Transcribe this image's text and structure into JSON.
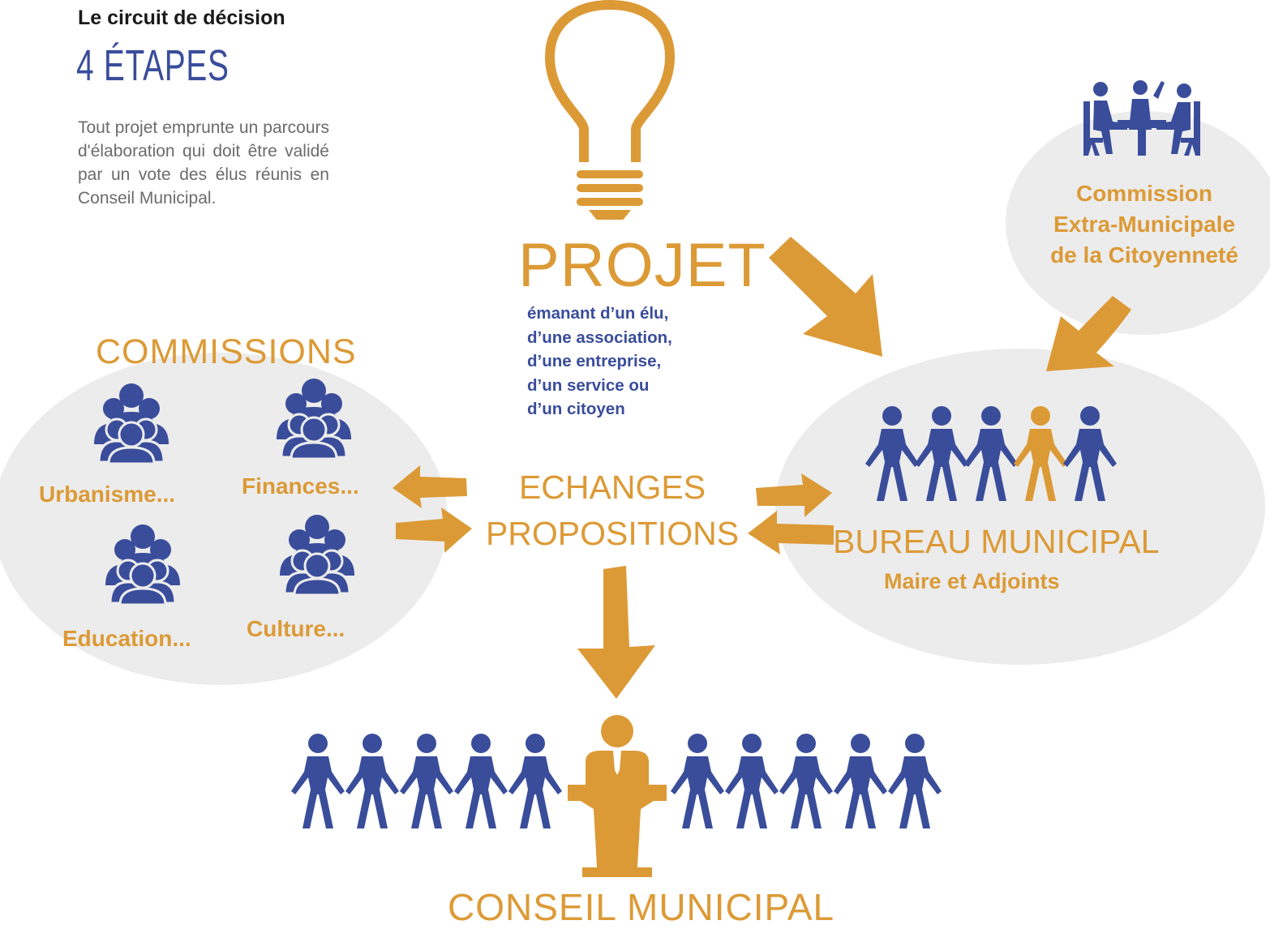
{
  "header": {
    "subtitle": "Le circuit de décision",
    "title": "4 ÉTAPES",
    "intro": "Tout projet emprunte un parcours d'élaboration qui doit être validé par un vote des élus réunis en Conseil Municipal."
  },
  "projet": {
    "title": "PROJET",
    "description": [
      "émanant d’un élu,",
      "d’une association,",
      "d’une entreprise,",
      "d’un service ou",
      "d’un citoyen"
    ]
  },
  "echanges": {
    "line1": "ECHANGES",
    "line2": "PROPOSITIONS"
  },
  "commissions": {
    "title": "COMMISSIONS",
    "items": [
      "Urbanisme...",
      "Finances...",
      "Education...",
      "Culture..."
    ]
  },
  "bureau": {
    "title": "BUREAU MUNICIPAL",
    "subtitle": "Maire et Adjoints"
  },
  "cemc": {
    "lines": [
      "Commission",
      "Extra-Municipale",
      "de la Citoyenneté"
    ]
  },
  "conseil": {
    "title": "CONSEIL MUNICIPAL"
  },
  "colors": {
    "orange": "#DC9A36",
    "blue": "#3A4D9B",
    "bubble": "#ECECEC"
  },
  "icons": [
    "lightbulb-icon",
    "group-icon",
    "person-chain-icon",
    "meeting-icon",
    "speaker-podium-icon",
    "arrow-icon"
  ]
}
